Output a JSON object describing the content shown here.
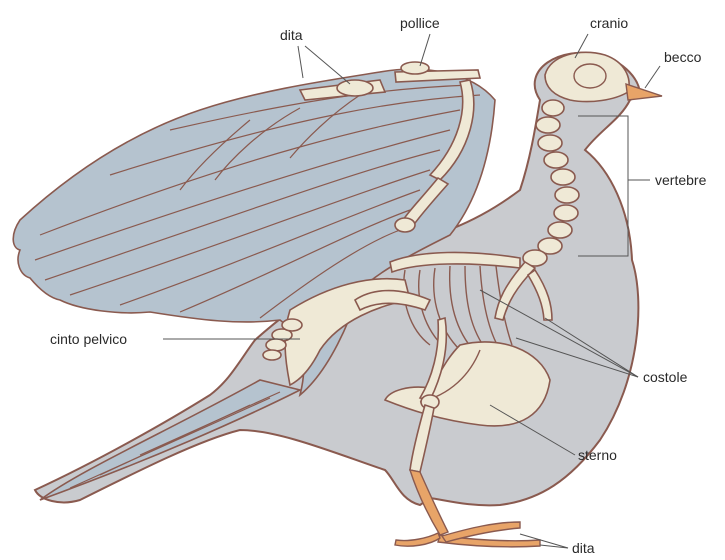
{
  "labels": {
    "dita_top": "dita",
    "pollice": "pollice",
    "cranio": "cranio",
    "becco": "becco",
    "vertebre": "vertebre",
    "cinto_pelvico": "cinto pelvico",
    "costole": "costole",
    "sterno": "sterno",
    "dita_bottom": "dita"
  },
  "colors": {
    "body": "#c9cbcf",
    "wing": "#b5c3cf",
    "bone": "#efe9d6",
    "outline": "#8a5a4f",
    "beak": "#e8a468"
  }
}
